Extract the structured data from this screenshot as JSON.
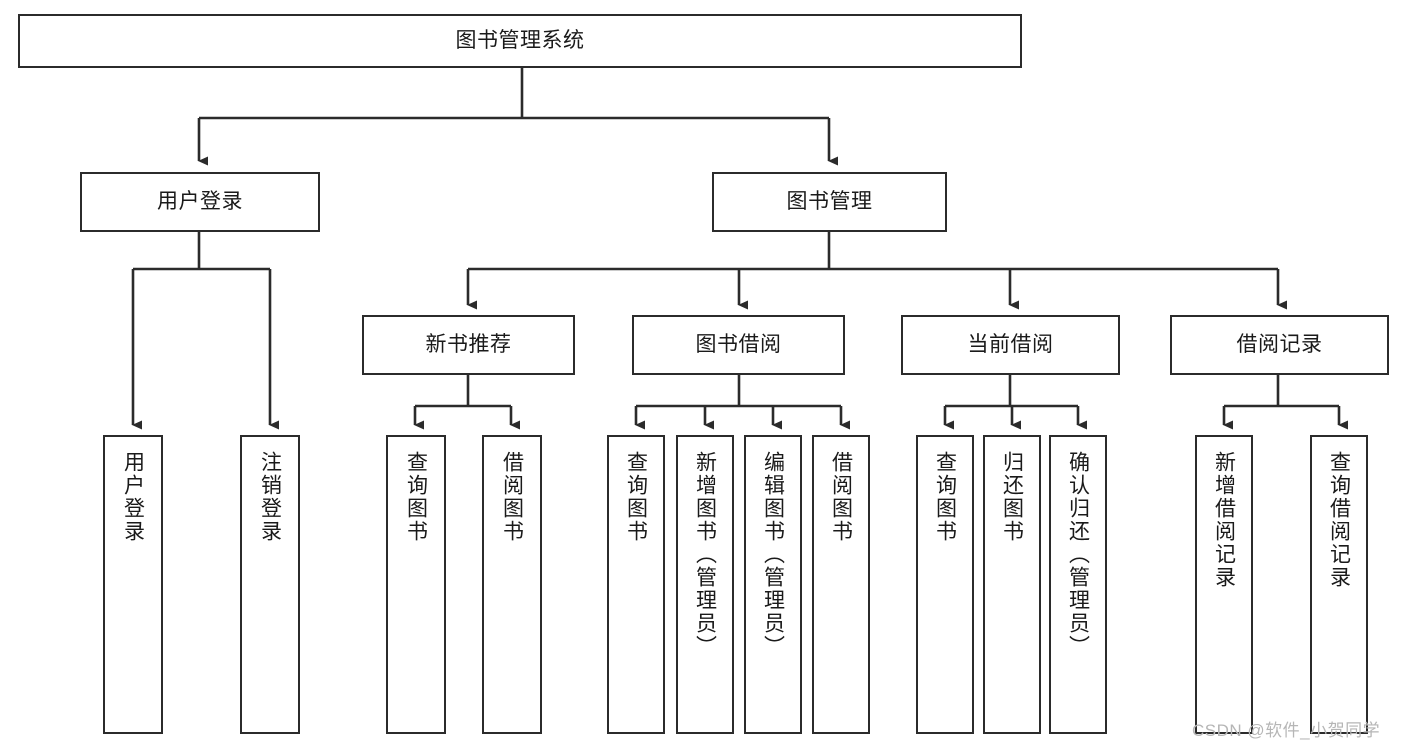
{
  "diagram": {
    "title": "图书管理系统",
    "type": "tree-hierarchy",
    "watermark": "CSDN @软件_小贺同学",
    "colors": {
      "stroke": "#2b2b2b",
      "fill": "#ffffff",
      "text": "#1a1a1a",
      "watermark": "#b6b6b6"
    },
    "nodes": {
      "root": {
        "label": "图书管理系统"
      },
      "level1": [
        {
          "label": "用户登录"
        },
        {
          "label": "图书管理"
        }
      ],
      "level2": [
        {
          "label": "新书推荐"
        },
        {
          "label": "图书借阅"
        },
        {
          "label": "当前借阅"
        },
        {
          "label": "借阅记录"
        }
      ],
      "leaves_user_login": [
        {
          "label": "用户登录"
        },
        {
          "label": "注销登录"
        }
      ],
      "leaves_new_book": [
        {
          "label": "查询图书"
        },
        {
          "label": "借阅图书"
        }
      ],
      "leaves_borrow": [
        {
          "label": "查询图书"
        },
        {
          "label": "新增图书（管理员）"
        },
        {
          "label": "编辑图书（管理员）"
        },
        {
          "label": "借阅图书"
        }
      ],
      "leaves_current": [
        {
          "label": "查询图书"
        },
        {
          "label": "归还图书"
        },
        {
          "label": "确认归还（管理员）"
        }
      ],
      "leaves_records": [
        {
          "label": "新增借阅记录"
        },
        {
          "label": "查询借阅记录"
        }
      ]
    }
  }
}
